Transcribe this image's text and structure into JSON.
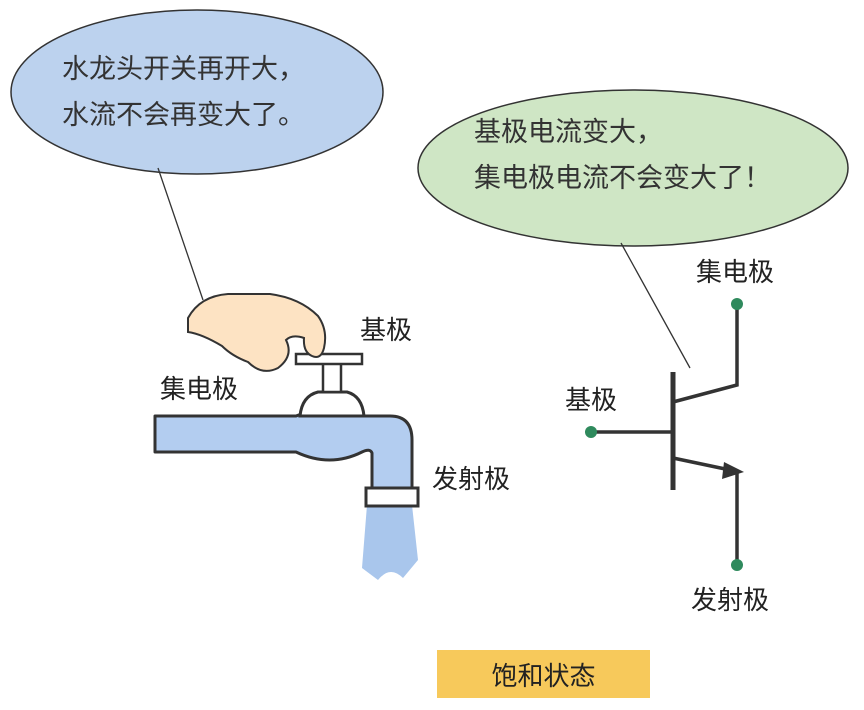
{
  "faucet_side": {
    "bubble_lines": [
      "水龙头开关再开大，",
      "水流不会再变大了。"
    ],
    "label_base": "基极",
    "label_collector": "集电极",
    "label_emitter": "发射极"
  },
  "transistor_side": {
    "bubble_lines": [
      "基极电流变大，",
      "集电极电流不会变大了！"
    ],
    "label_collector": "集电极",
    "label_base": "基极",
    "label_emitter": "发射极"
  },
  "state_label": "饱和状态",
  "colors": {
    "faucet_bubble": "#bcd2ee",
    "transistor_bubble": "#cfe6c5",
    "pipe_fill": "#b3cdf0",
    "water": "#a9c6ec",
    "hand": "#fde3c3",
    "state_box": "#f7c95b",
    "terminal_dot": "#2f8a5d"
  }
}
